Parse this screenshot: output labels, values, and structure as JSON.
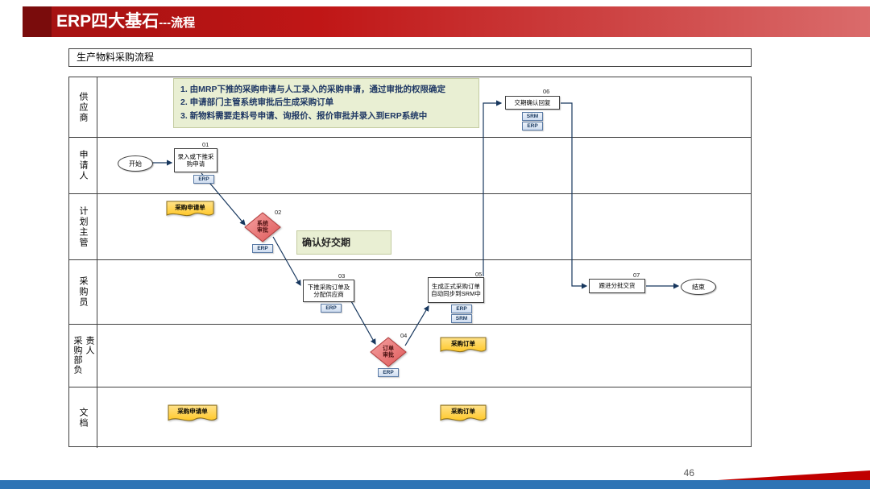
{
  "header": {
    "title_main": "ERP四大基石",
    "title_sub": "---流程"
  },
  "diagram": {
    "title": "生产物料采购流程",
    "lanes": [
      "供应商",
      "申请人",
      "计划主管",
      "采购员",
      "采购部负责人",
      "文档"
    ],
    "note_lines": [
      "1. 由MRP下推的采购申请与人工录入的采购申请，通过审批的权限确定",
      "2. 申请部门主管系统审批后生成采购订单",
      "3. 新物料需要走料号申请、询报价、报价审批并录入到ERP系统中"
    ],
    "confirm_note": "确认好交期"
  },
  "nodes": {
    "start": "开始",
    "s01": {
      "num": "01",
      "label": "录入或下推采购申请",
      "tag1": "ERP"
    },
    "s02": {
      "num": "02",
      "label": "系统审批",
      "tag1": "ERP"
    },
    "s03": {
      "num": "03",
      "label": "下推采购订单及分配供应商",
      "tag1": "ERP"
    },
    "s04": {
      "num": "04",
      "label": "订单审批",
      "tag1": "ERP"
    },
    "s05": {
      "num": "05",
      "label": "生成正式采购订单自动同步到SRM中",
      "tag1": "ERP",
      "tag2": "SRM"
    },
    "s06": {
      "num": "06",
      "label": "交期确认回复",
      "tag1": "SRM",
      "tag2": "ERP"
    },
    "s07": {
      "num": "07",
      "label": "跟进分批交货"
    },
    "end": "结束"
  },
  "docs": {
    "plan_lane": "采购申请单",
    "po_lane": "采购订单",
    "doc_row_req": "采购申请单",
    "doc_row_po": "采购订单"
  },
  "footer": {
    "page_number": "46"
  },
  "colors": {
    "banner-red": "#C00000",
    "banner-dark": "#7A0C0C",
    "footer-blue": "#2E74B5",
    "doc-yellow": "#FFC829",
    "diamond-red": "#DE5858",
    "tag-blue-border": "#5B7BA6",
    "note-green": "#E9EFD3",
    "connector": "#17375E"
  }
}
